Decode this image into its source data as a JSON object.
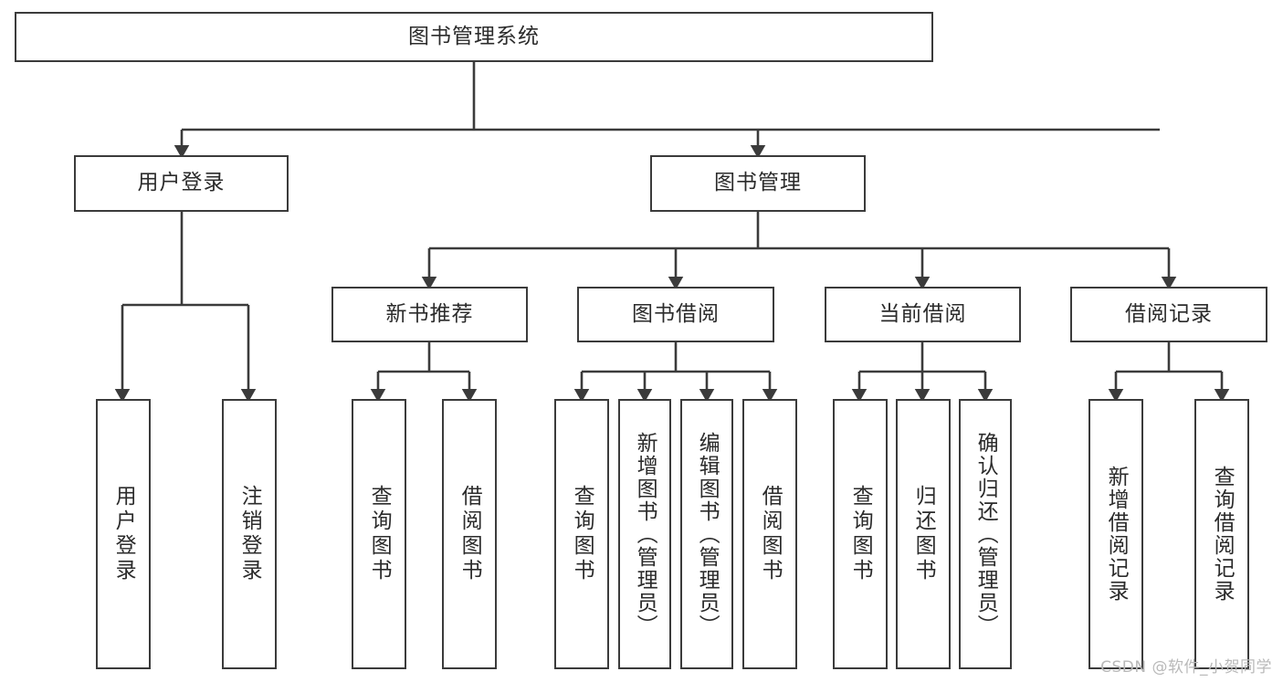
{
  "diagram": {
    "title": "图书管理系统",
    "type": "tree-hierarchy-chart",
    "root": {
      "label": "图书管理系统"
    },
    "level2": [
      {
        "label": "用户登录"
      },
      {
        "label": "图书管理"
      }
    ],
    "level3": [
      {
        "label": "新书推荐"
      },
      {
        "label": "图书借阅"
      },
      {
        "label": "当前借阅"
      },
      {
        "label": "借阅记录"
      }
    ],
    "leaves": [
      {
        "label": "用户登录",
        "parent": "用户登录"
      },
      {
        "label": "注销登录",
        "parent": "用户登录"
      },
      {
        "label": "查询图书",
        "parent": "新书推荐"
      },
      {
        "label": "借阅图书",
        "parent": "新书推荐"
      },
      {
        "label": "查询图书",
        "parent": "图书借阅"
      },
      {
        "label": "新增图书（管理员）",
        "parent": "图书借阅"
      },
      {
        "label": "编辑图书（管理员）",
        "parent": "图书借阅"
      },
      {
        "label": "借阅图书",
        "parent": "图书借阅"
      },
      {
        "label": "查询图书",
        "parent": "当前借阅"
      },
      {
        "label": "归还图书",
        "parent": "当前借阅"
      },
      {
        "label": "确认归还（管理员）",
        "parent": "当前借阅"
      },
      {
        "label": "新增借阅记录",
        "parent": "借阅记录"
      },
      {
        "label": "查询借阅记录",
        "parent": "借阅记录"
      }
    ],
    "watermark": "CSDN @软件_小贺同学",
    "colors": {
      "stroke": "#3b3b3b",
      "text": "#2b2b2b",
      "background": "#ffffff",
      "watermark": "#b9b9b9"
    }
  }
}
